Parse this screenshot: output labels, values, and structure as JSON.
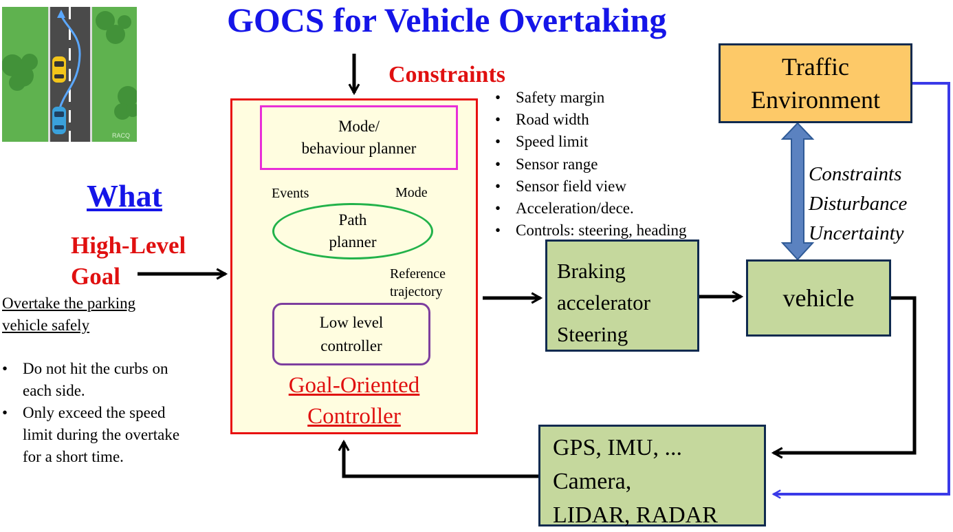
{
  "title": "GOCS for Vehicle Overtaking",
  "constraints": {
    "heading": "Constraints",
    "items": [
      "Safety margin",
      "Road width",
      "Speed limit",
      "Sensor range",
      "Sensor field view",
      "Acceleration/dece.",
      "Controls: steering, heading"
    ]
  },
  "goal": {
    "what": "What",
    "heading_line1": "High-Level",
    "heading_line2": "Goal",
    "description_line1": "Overtake the parking",
    "description_line2": "vehicle safely",
    "bullets": [
      [
        "Do not hit the curbs on",
        "each side."
      ],
      [
        "Only exceed the speed",
        "limit during the overtake",
        "for a short time."
      ]
    ]
  },
  "controller": {
    "mode_planner_line1": "Mode/",
    "mode_planner_line2": "behaviour planner",
    "events_label": "Events",
    "mode_label": "Mode",
    "path_planner_line1": "Path",
    "path_planner_line2": "planner",
    "reference_line1": "Reference",
    "reference_line2": "trajectory",
    "low_level_line1": "Low level",
    "low_level_line2": "controller",
    "name_line1": "Goal-Oriented",
    "name_line2": "Controller"
  },
  "actuators": {
    "lines": [
      "Braking",
      "accelerator",
      "Steering"
    ]
  },
  "vehicle": {
    "label": "vehicle"
  },
  "sensors": {
    "lines": [
      "GPS, IMU, ...",
      "Camera,",
      "LIDAR, RADAR"
    ]
  },
  "traffic": {
    "line1": "Traffic",
    "line2": "Environment"
  },
  "environment_effects": [
    "Constraints",
    "Disturbance",
    "Uncertainty"
  ],
  "road_image": {
    "watermark": "RACQ"
  },
  "colors": {
    "title_blue": "#1515e8",
    "accent_red": "#e01010",
    "goc_fill": "#fffde0",
    "mode_border": "#e82ed8",
    "path_border": "#22b24a",
    "llc_border": "#7d3e9e",
    "green_fill": "#c5d89d",
    "traffic_fill": "#fdc968",
    "feedback_blue": "#3a3ae8",
    "double_arrow": "#5b82c0"
  }
}
